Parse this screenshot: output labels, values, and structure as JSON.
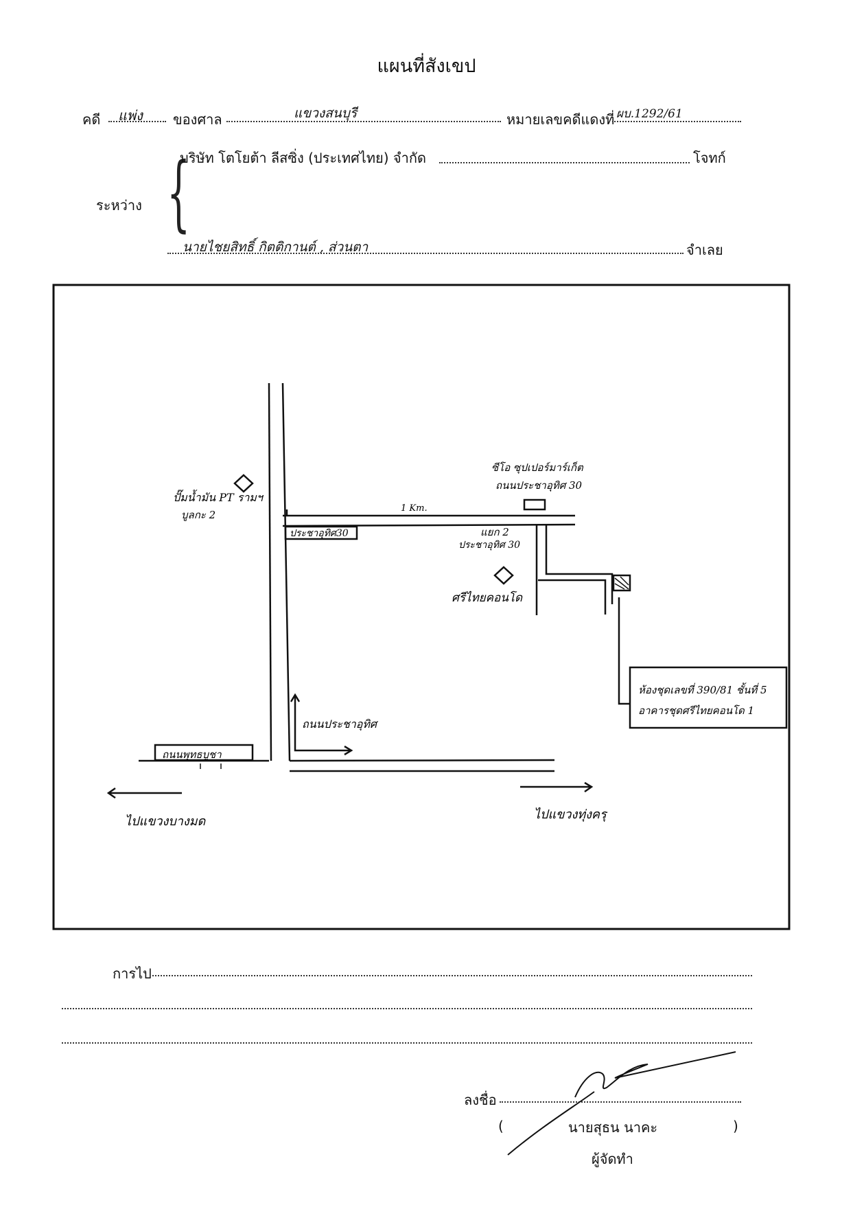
{
  "header": {
    "title": "แผนที่สังเขป",
    "case_label": "คดี",
    "case_type": "แพ่ง",
    "court_label": "ของศาล",
    "court_name": "แขวงสนบุรี",
    "red_case_label": "หมายเลขคดีแดงที่",
    "red_case_number": "ผบ.1292/61"
  },
  "parties": {
    "between_label": "ระหว่าง",
    "plaintiff": "บริษัท โตโยต้า ลีสซิ่ง (ประเทศไทย) จำกัด",
    "plaintiff_role": "โจทก์",
    "defendant": "นายไชยสิทธิ์  กิตติกานต์ , ส่วนตา",
    "defendant_role": "จำเลย"
  },
  "map": {
    "labels": {
      "gas_station": "ปั๊มน้ำมัน PT รามฯ",
      "gas_station_sub": "บูลกะ 2",
      "supermarket": "ซีโอ ซุปเปอร์มาร์เก็ต",
      "supermarket_sub": "ถนนประชาอุทิศ 30",
      "distance": "1 Km.",
      "soi": "ประชาอุทิศ30",
      "junction": "แยก 2",
      "junction_sub": "ประชาอุทิศ 30",
      "condo": "ศรีไทยคอนโด",
      "target_line1": "ห้องชุดเลขที่ 390/81 ชั้นที่ 5",
      "target_line2": "อาคารชุดศรีไทยคอนโด 1",
      "road_pracha": "ถนนประชาอุทิศ",
      "road_phutthabucha": "ถนนพุทธบูชา",
      "to_left": "ไปแขวงบางมด",
      "to_right": "ไปแขวงทุ่งครุ"
    }
  },
  "directions": {
    "label": "การไป"
  },
  "signature": {
    "sign_label": "ลงชื่อ",
    "open_paren": "(",
    "name": "นายสุธน นาคะ",
    "close_paren": ")",
    "role": "ผู้จัดทำ"
  }
}
